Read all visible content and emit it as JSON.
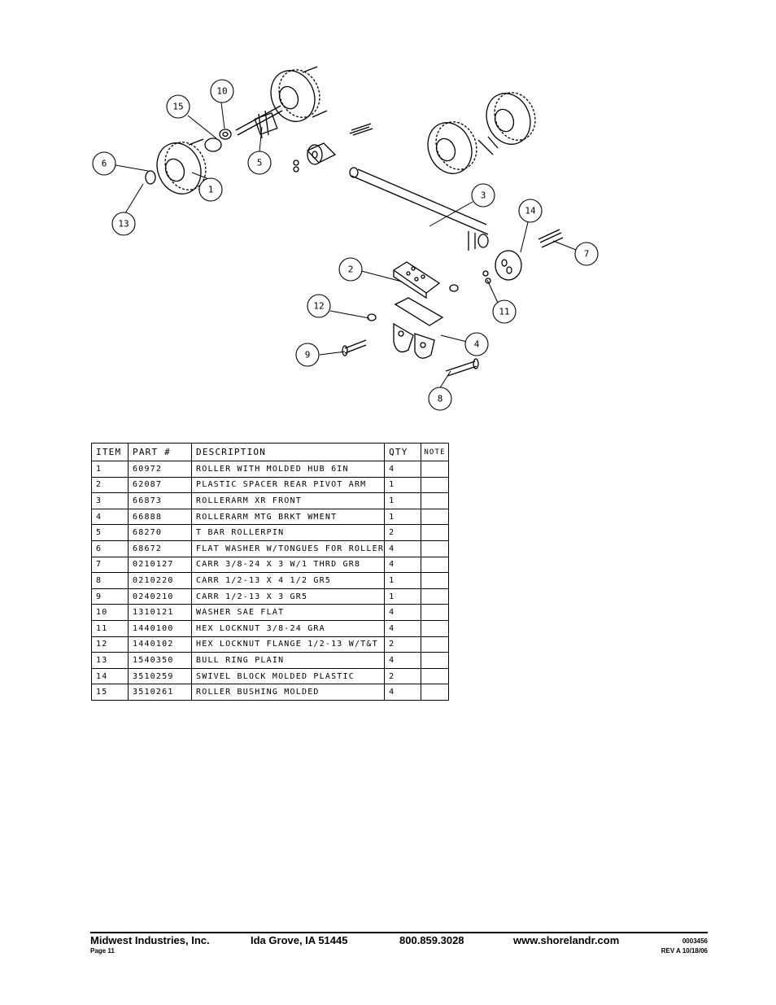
{
  "callouts": [
    "1",
    "2",
    "3",
    "4",
    "5",
    "6",
    "7",
    "8",
    "9",
    "10",
    "11",
    "12",
    "13",
    "14",
    "15"
  ],
  "table": {
    "headers": [
      "ITEM",
      "PART #",
      "DESCRIPTION",
      "QTY",
      "NOTE"
    ],
    "rows": [
      [
        "1",
        "60972",
        "ROLLER WITH MOLDED HUB  6IN",
        "4",
        ""
      ],
      [
        "2",
        "62087",
        "PLASTIC SPACER REAR PIVOT ARM",
        "1",
        ""
      ],
      [
        "3",
        "66873",
        "ROLLERARM XR FRONT",
        "1",
        ""
      ],
      [
        "4",
        "66888",
        "ROLLERARM MTG BRKT WMENT",
        "1",
        ""
      ],
      [
        "5",
        "68270",
        "T BAR ROLLERPIN",
        "2",
        ""
      ],
      [
        "6",
        "68672",
        "FLAT WASHER W/TONGUES FOR ROLLER",
        "4",
        ""
      ],
      [
        "7",
        "0210127",
        "CARR 3/8-24 X 3 W/1 THRD GR8",
        "4",
        ""
      ],
      [
        "8",
        "0210220",
        "CARR 1/2-13 X 4 1/2 GR5",
        "1",
        ""
      ],
      [
        "9",
        "0240210",
        "CARR 1/2-13 X 3 GR5",
        "1",
        ""
      ],
      [
        "10",
        "1310121",
        "WASHER SAE FLAT",
        "4",
        ""
      ],
      [
        "11",
        "1440100",
        "HEX LOCKNUT 3/8-24 GRA",
        "4",
        ""
      ],
      [
        "12",
        "1440102",
        "HEX LOCKNUT FLANGE 1/2-13 W/T&T",
        "2",
        ""
      ],
      [
        "13",
        "1540350",
        "BULL RING PLAIN",
        "4",
        ""
      ],
      [
        "14",
        "3510259",
        "SWIVEL BLOCK MOLDED PLASTIC",
        "2",
        ""
      ],
      [
        "15",
        "3510261",
        "ROLLER BUSHING MOLDED",
        "4",
        ""
      ]
    ]
  },
  "footer": {
    "company": "Midwest Industries, Inc.",
    "location": "Ida Grove, IA  51445",
    "phone": "800.859.3028",
    "website": "www.shorelandr.com",
    "doc_number": "0003456",
    "page": "Page 11",
    "revision": "REV A  10/18/06"
  }
}
